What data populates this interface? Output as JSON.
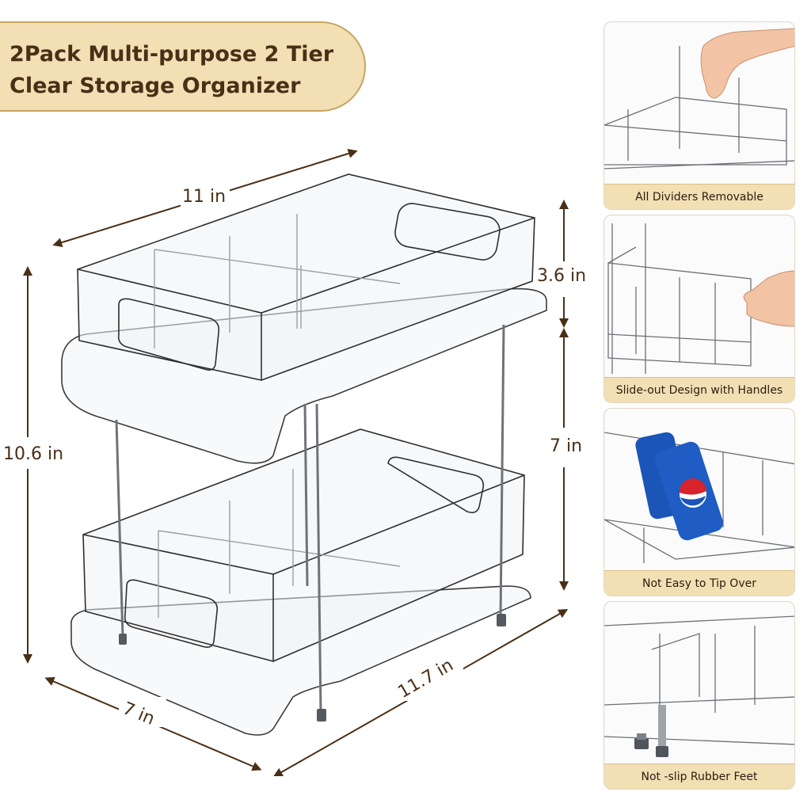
{
  "title": {
    "line1": "2Pack Multi-purpose 2 Tier",
    "line2": "Clear Storage Organizer"
  },
  "dimensions": {
    "width_top": "11 in",
    "height_total": "10.6 in",
    "bin_height": "3.6 in",
    "tier_gap": "7 in",
    "depth": "7 in",
    "length": "11.7 in"
  },
  "features": [
    {
      "caption": "All Dividers Removable",
      "icon": "hand-lifting-divider-icon"
    },
    {
      "caption": "Slide-out Design with Handles",
      "icon": "hand-pulling-drawer-icon"
    },
    {
      "caption": "Not Easy to Tip Over",
      "icon": "soda-cans-icon"
    },
    {
      "caption": "Not -slip Rubber Feet",
      "icon": "rubber-foot-icon"
    }
  ],
  "colors": {
    "banner_fill": "#f3dfb4",
    "banner_border": "#c6a461",
    "text_dark": "#4a2f17",
    "arrow": "#4a2f17",
    "can_blue": "#1c55b8",
    "can_red": "#d8232a"
  }
}
